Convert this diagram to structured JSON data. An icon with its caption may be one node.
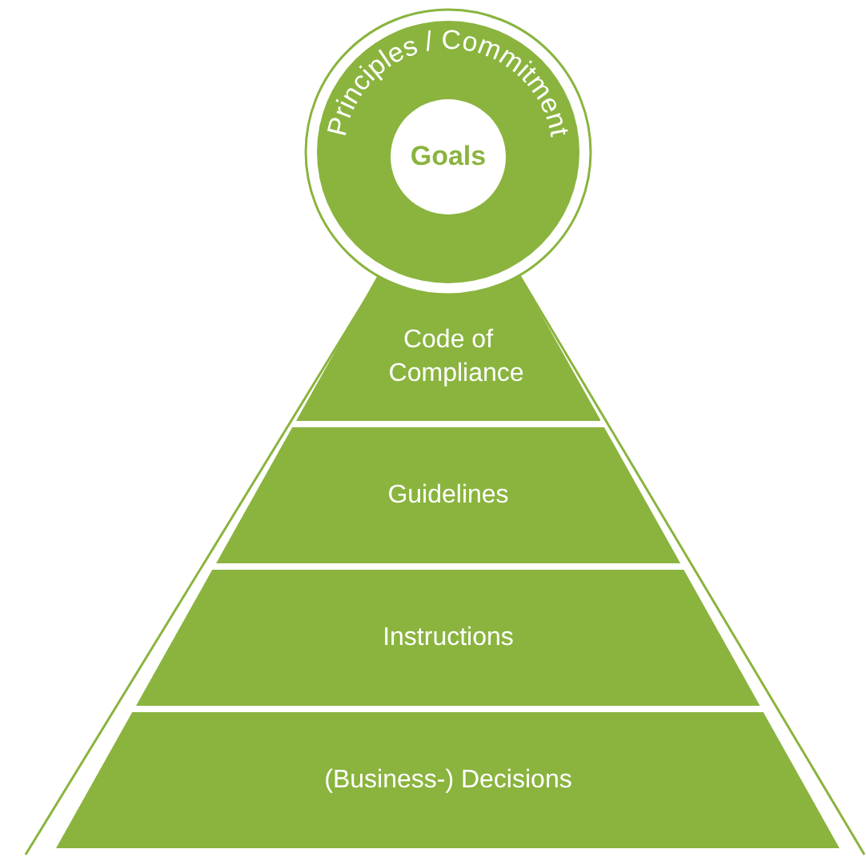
{
  "diagram": {
    "nodes": [
      {
        "text": [
          "Principles / Commitment"
        ]
      },
      {
        "text": [
          "Goals"
        ],
        "in": 0
      },
      {
        "text": [
          "Code of Compliance"
        ]
      },
      {
        "text": [
          "Guidelines"
        ]
      },
      {
        "text": [
          "Instructions"
        ]
      },
      {
        "text": [
          "(Business-) Decisions"
        ]
      }
    ],
    "edges": []
  }
}
